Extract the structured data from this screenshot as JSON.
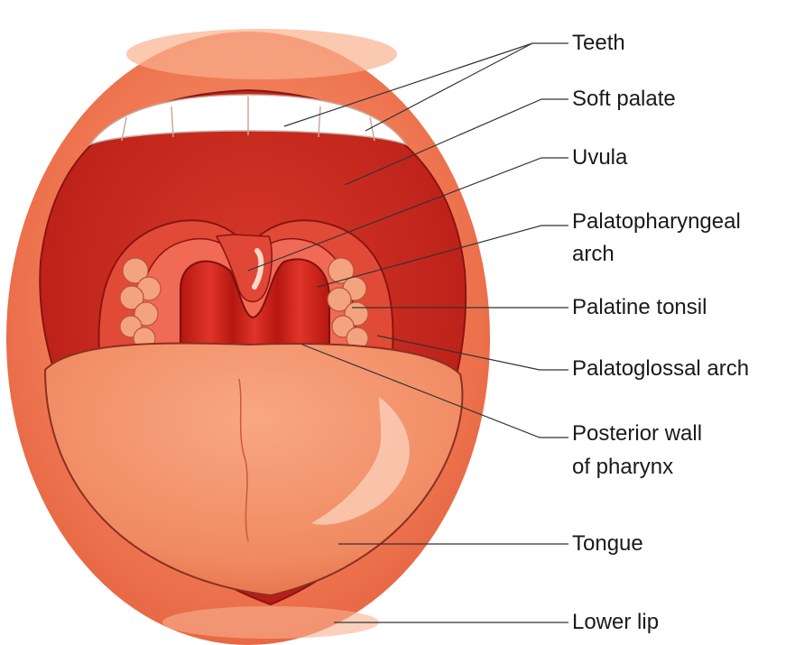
{
  "labels": {
    "teeth": "Teeth",
    "soft_palate": "Soft palate",
    "uvula": "Uvula",
    "palatopharyngeal_line1": "Palatopharyngeal",
    "palatopharyngeal_line2": "arch",
    "palatine_tonsil": "Palatine tonsil",
    "palatoglossal_arch": "Palatoglossal arch",
    "posterior_wall_line1": "Posterior wall",
    "posterior_wall_line2": "of pharynx",
    "tongue": "Tongue",
    "lower_lip": "Lower lip"
  },
  "colors": {
    "lip": "#f07a55",
    "lip_highlight": "#f9b08f",
    "mouth_cavity": "#c8261e",
    "throat": "#d21f1a",
    "tongue": "#f3966f",
    "teeth": "#ffffff",
    "tonsil": "#f4a37f",
    "leader_line": "#333333"
  }
}
